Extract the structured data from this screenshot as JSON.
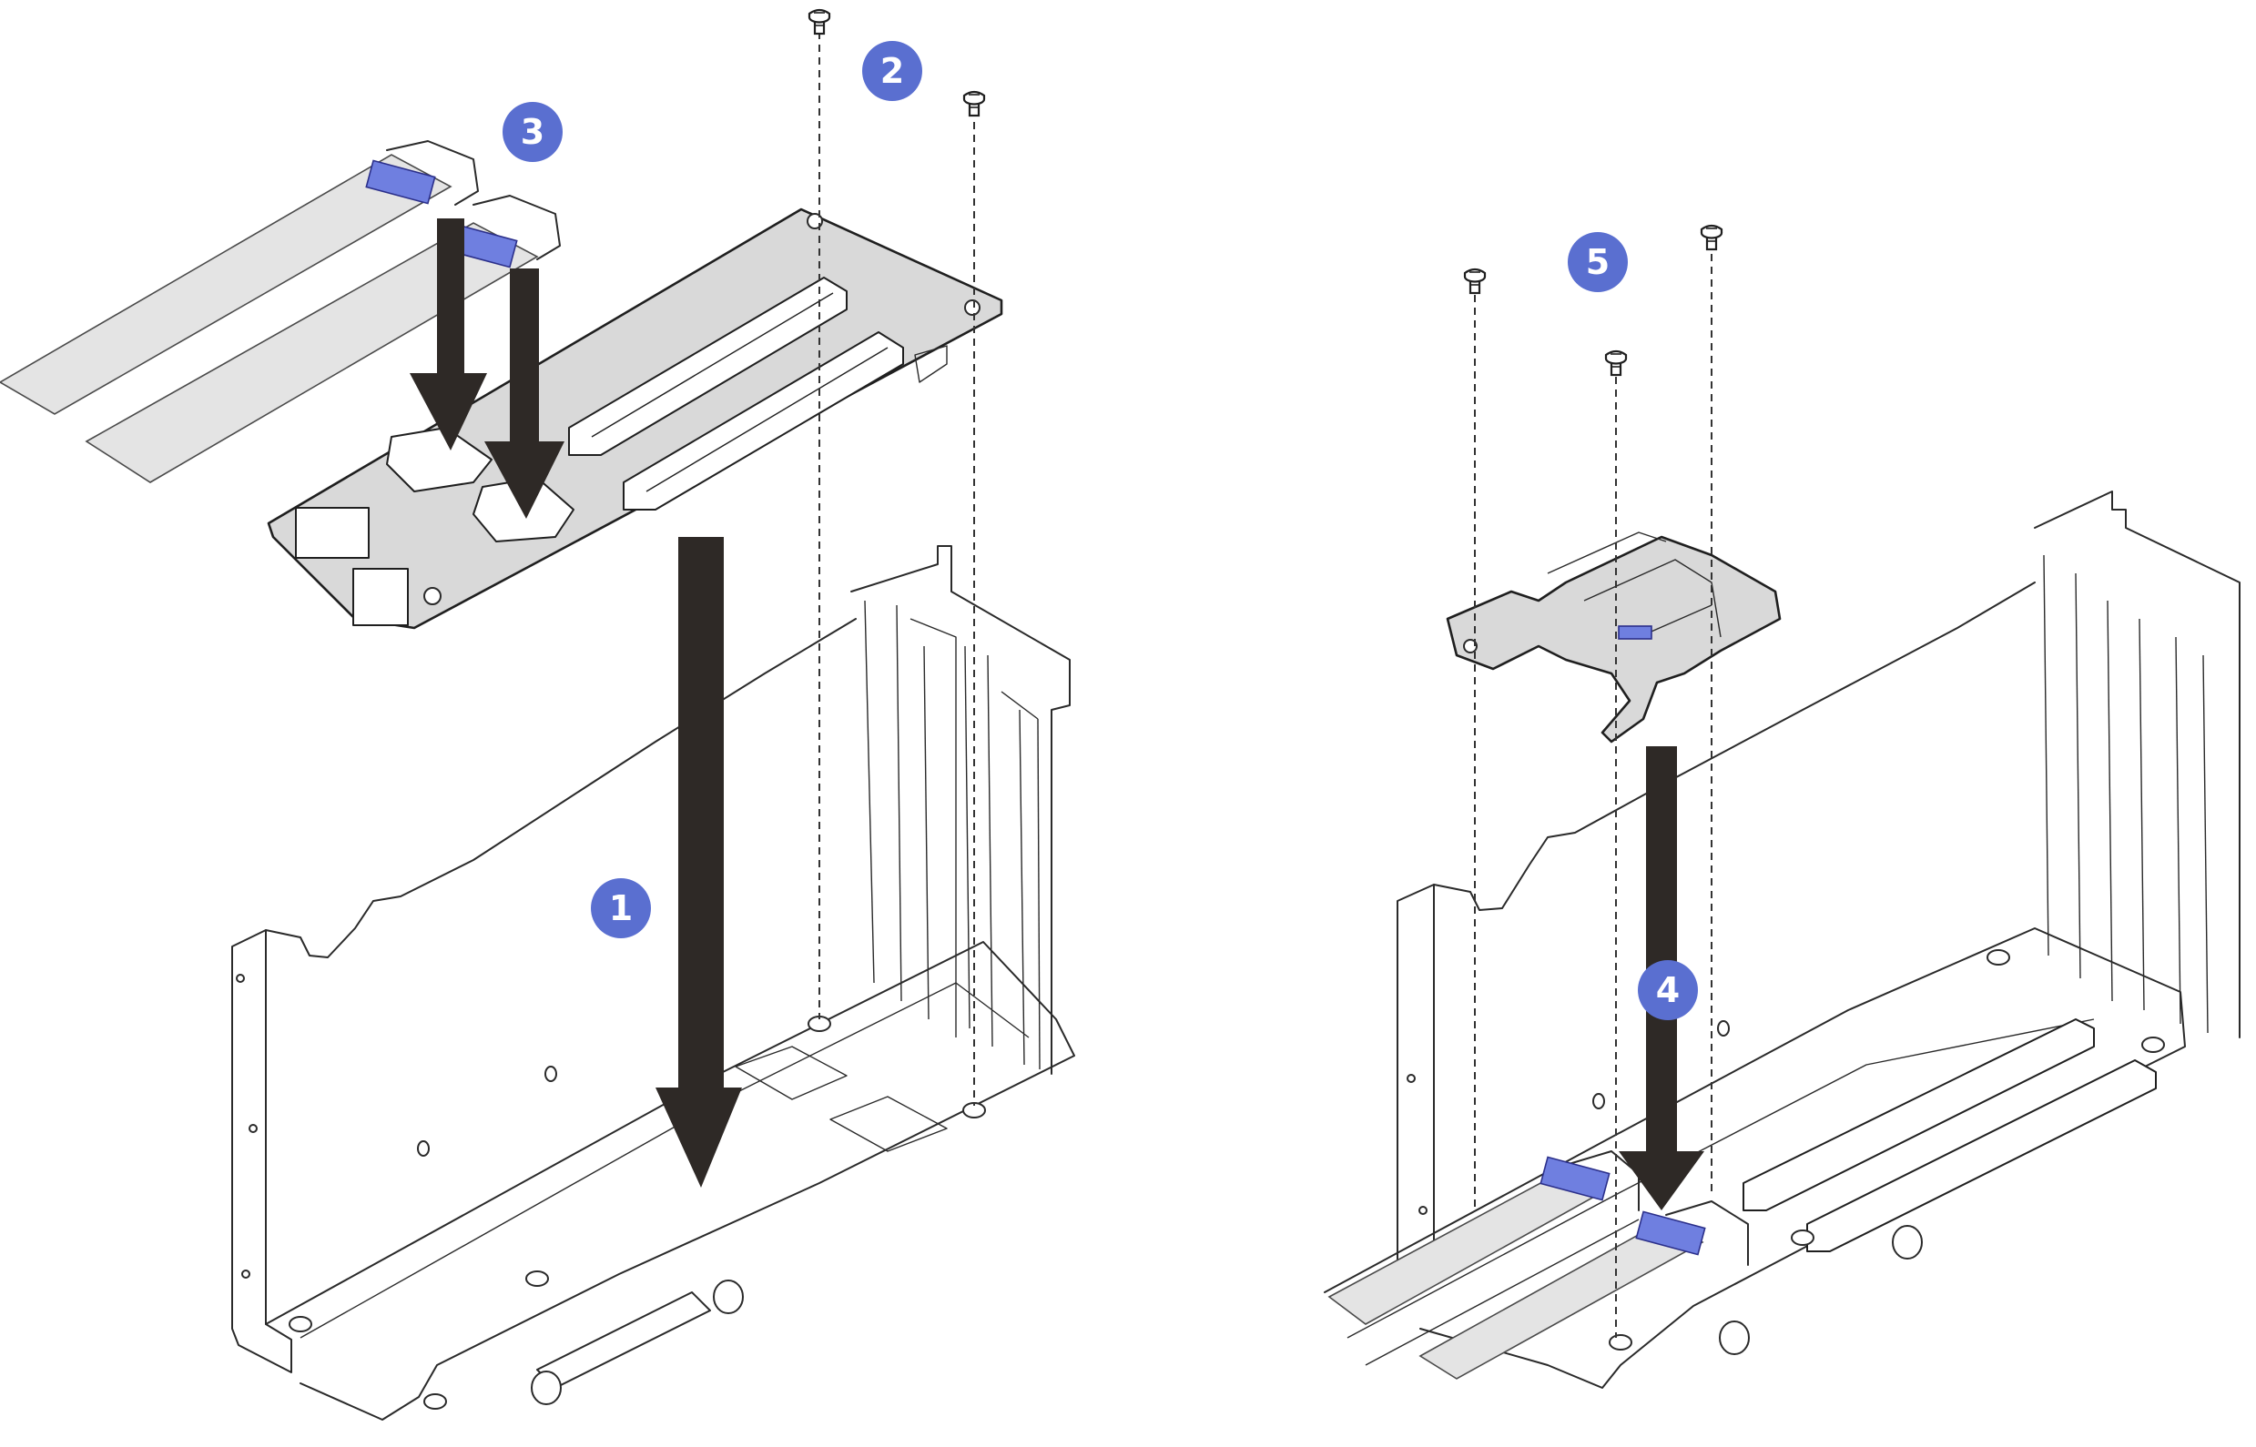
{
  "colors": {
    "callout_fill": "#5a6fd0",
    "tab_fill": "#6f7fe0",
    "arrow_fill": "#2e2926",
    "board_fill": "#d9d9d9",
    "cable_fill": "#e4e4e4"
  },
  "callouts": [
    {
      "id": "step-1",
      "label": "1"
    },
    {
      "id": "step-2",
      "label": "2"
    },
    {
      "id": "step-3",
      "label": "3"
    },
    {
      "id": "step-4",
      "label": "4"
    },
    {
      "id": "step-5",
      "label": "5"
    }
  ],
  "icons": [
    "screw-icon",
    "down-arrow-icon"
  ]
}
